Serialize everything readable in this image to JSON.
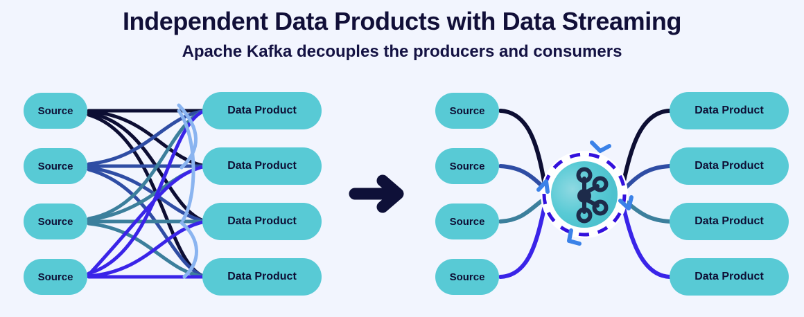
{
  "header": {
    "title": "Independent Data Products with Data Streaming",
    "subtitle": "Apache Kafka decouples the producers and consumers"
  },
  "labels": {
    "source": "Source",
    "data_product": "Data Product"
  },
  "colors": {
    "background": "#f2f5fe",
    "pill_fill": "#58cad5",
    "pill_text": "#0e0f35",
    "title_text": "#110f38",
    "arrow": "#0e1038",
    "hub_fill": "#58cad5",
    "hub_ring": "#ffffff",
    "dashed_ring": "#3311dd",
    "rotation_arrow": "#3b82e8",
    "kafka_logo": "#1d2b4a",
    "line_1": "#0d0e33",
    "line_2": "#2f4da4",
    "line_3": "#3c7f9c",
    "line_4": "#3a24e8",
    "line_5": "#8ab4f0"
  },
  "left_diagram": {
    "name": "point-to-point-mesh",
    "description": "Every source connects directly to every data product",
    "sources": [
      {
        "label": "Source",
        "color": "#0d0e33"
      },
      {
        "label": "Source",
        "color": "#2f4da4"
      },
      {
        "label": "Source",
        "color": "#3c7f9c"
      },
      {
        "label": "Source",
        "color": "#3a24e8"
      }
    ],
    "products": [
      {
        "label": "Data Product"
      },
      {
        "label": "Data Product"
      },
      {
        "label": "Data Product"
      },
      {
        "label": "Data Product"
      }
    ],
    "connection_count": 16
  },
  "transition": {
    "icon": "right-arrow-icon",
    "color": "#0e1038"
  },
  "right_diagram": {
    "name": "kafka-decoupled-hub",
    "description": "Sources publish to Kafka; data products consume from Kafka",
    "sources": [
      {
        "label": "Source",
        "color": "#0d0e33"
      },
      {
        "label": "Source",
        "color": "#2f4da4"
      },
      {
        "label": "Source",
        "color": "#3c7f9c"
      },
      {
        "label": "Source",
        "color": "#3a24e8"
      }
    ],
    "products": [
      {
        "label": "Data Product",
        "color": "#0d0e33"
      },
      {
        "label": "Data Product",
        "color": "#2f4da4"
      },
      {
        "label": "Data Product",
        "color": "#3c7f9c"
      },
      {
        "label": "Data Product",
        "color": "#3a24e8"
      }
    ],
    "hub": {
      "icon": "kafka-logo-icon",
      "dashed_ring": true,
      "rotation_arrows": 4
    }
  }
}
